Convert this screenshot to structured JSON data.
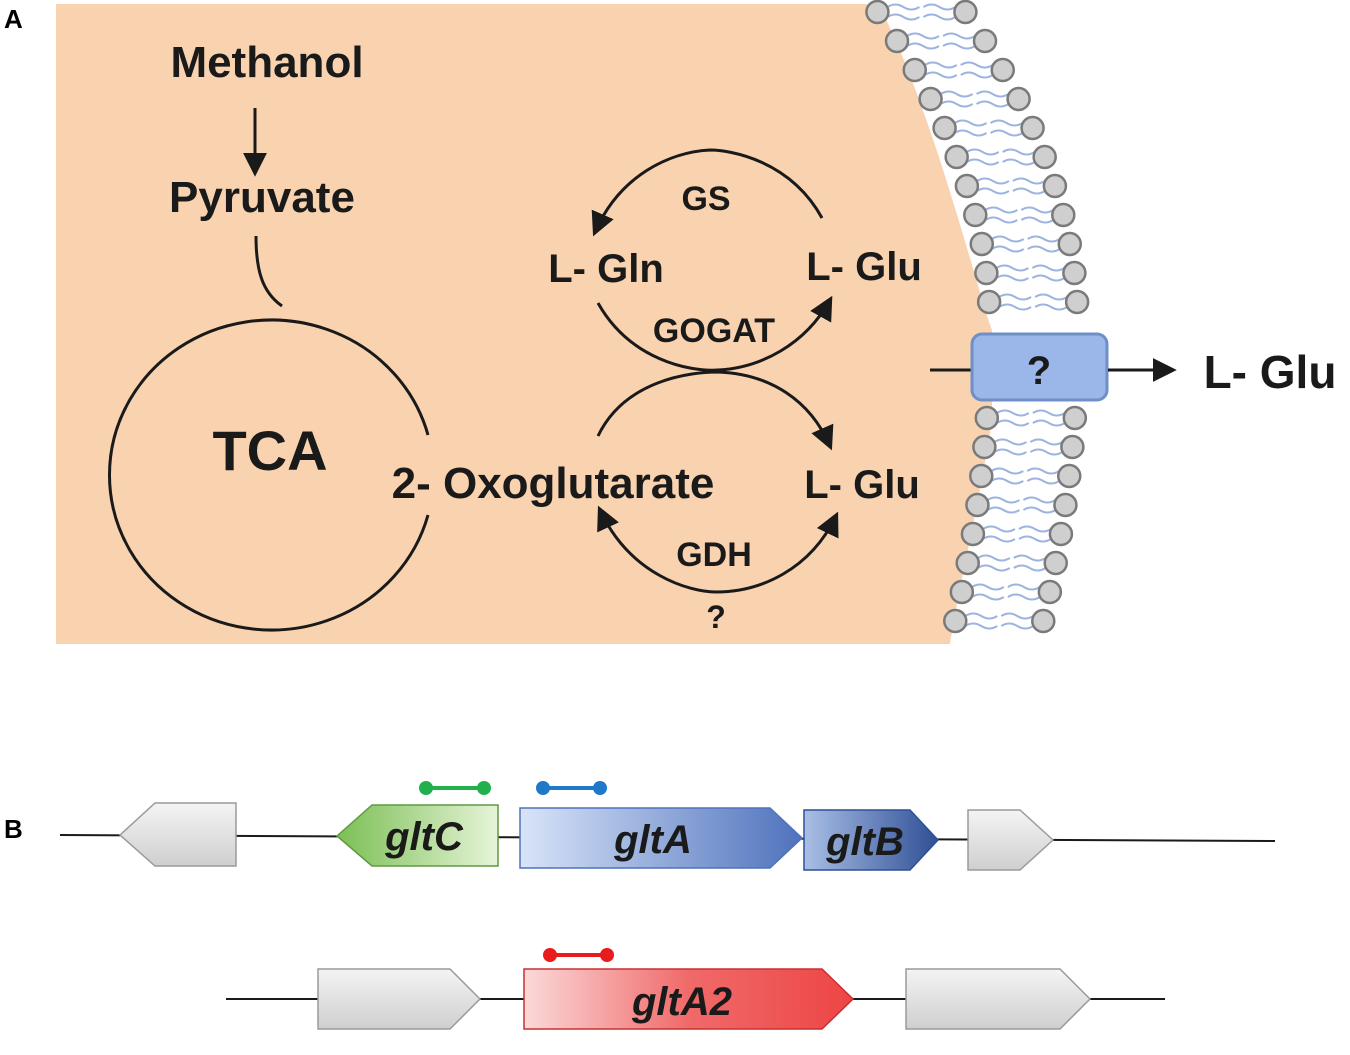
{
  "panel_a": {
    "label": "A",
    "methanol": "Methanol",
    "pyruvate": "Pyruvate",
    "tca": "TCA",
    "oxoglutarate": "2- Oxoglutarate",
    "l_gln": "L- Gln",
    "l_glu_top": "L- Glu",
    "l_glu_mid": "L- Glu",
    "l_glu_out": "L- Glu",
    "gs": "GS",
    "gogat": "GOGAT",
    "gdh": "GDH",
    "gdh_question": "?",
    "transporter_question": "?",
    "colors": {
      "cytoplasm": "#f9d3b0",
      "transporter_fill": "#9bb6e8",
      "transporter_stroke": "#6f8fc9",
      "lipid_head": "#cfcfcf",
      "lipid_tail": "#9db4e0"
    }
  },
  "panel_b": {
    "label": "B",
    "row1": {
      "genes": [
        "",
        "gltC",
        "gltA",
        "gltB",
        ""
      ],
      "probes": [
        "green",
        "blue"
      ]
    },
    "row2": {
      "genes": [
        "",
        "gltA2",
        ""
      ],
      "probes": [
        "red"
      ]
    },
    "colors": {
      "grey_gene": "#e3e3e3",
      "gltC": "#a9d58a",
      "gltA": "#9bb6e8",
      "gltB": "#4f6fb0",
      "gltA2": "#f05a5a",
      "probe_green": "#22b04c",
      "probe_blue": "#1f78c8",
      "probe_red": "#e81c1c"
    }
  }
}
